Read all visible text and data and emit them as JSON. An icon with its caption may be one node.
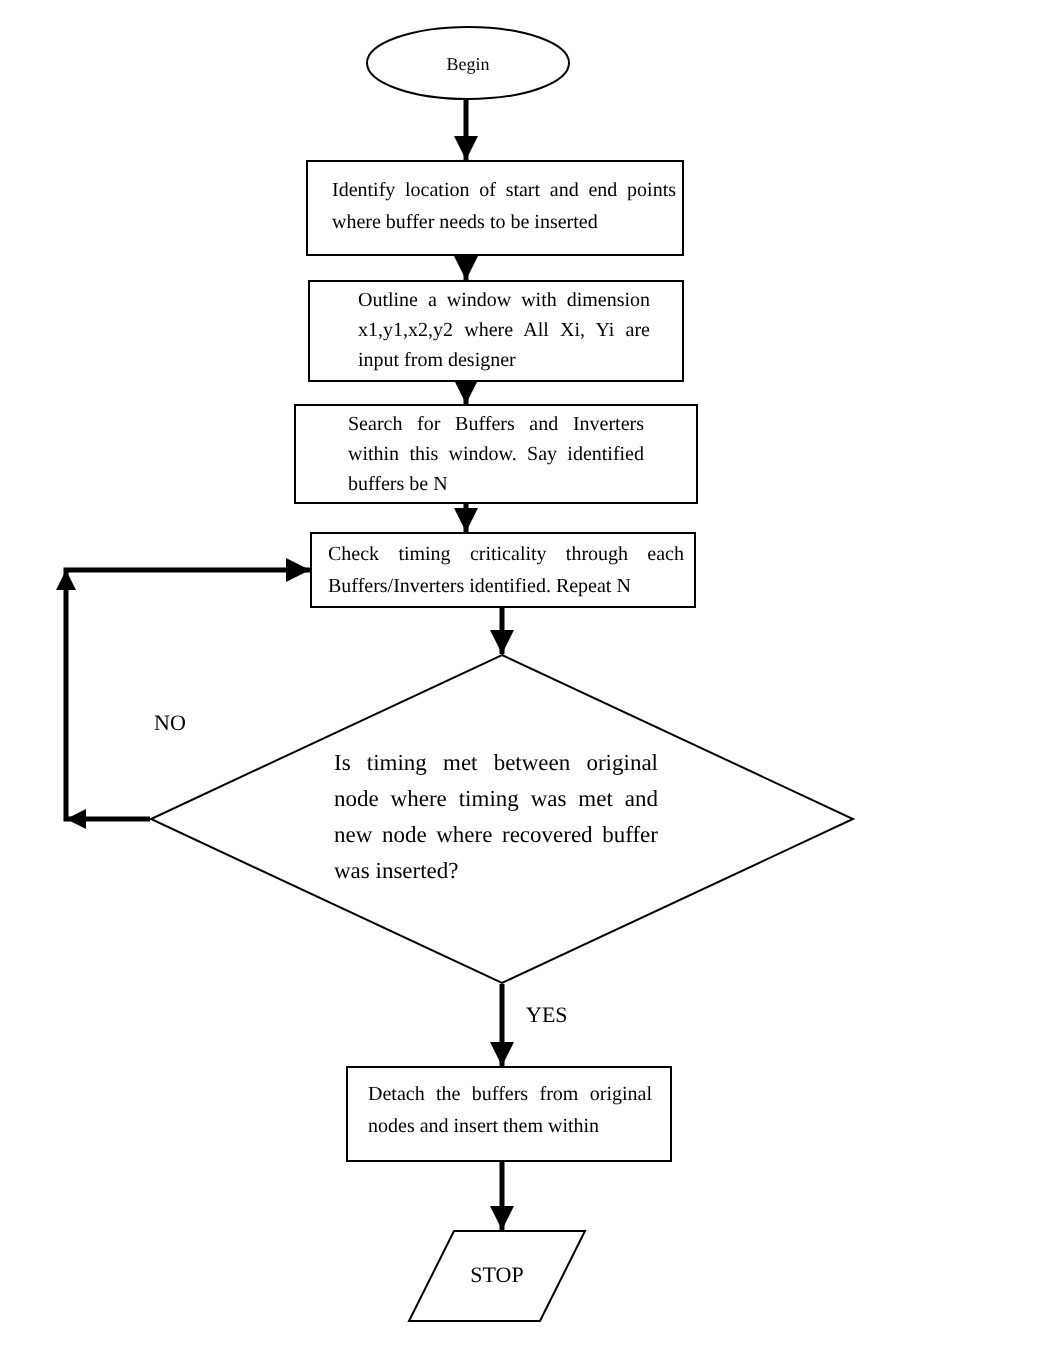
{
  "diagram": {
    "nodes": [
      {
        "text": [
          "Begin"
        ]
      },
      {
        "text": [
          "Identify location of start and end points where buffer needs to be inserted"
        ]
      },
      {
        "text": [
          "Outline a window with dimension x1,y1,x2,y2 where All Xi, Yi are input from designer"
        ]
      },
      {
        "text": [
          "Search for Buffers and Inverters within this window. Say identified buffers be N"
        ]
      },
      {
        "text": [
          "Check timing criticality through each Buffers/Inverters identified. Repeat N"
        ]
      },
      {
        "text": [
          "Is timing met between original node where timing was met and new node where recovered buffer was inserted?"
        ]
      },
      {
        "text": [
          "Detach the buffers from original nodes and insert them within"
        ]
      },
      {
        "text": [
          "STOP"
        ]
      }
    ],
    "edges": [
      {
        "from": 0,
        "to": 1,
        "arrow": "to"
      },
      {
        "from": 1,
        "to": 2,
        "arrow": "to"
      },
      {
        "from": 2,
        "to": 3,
        "arrow": "to"
      },
      {
        "from": 3,
        "to": 4,
        "arrow": "to"
      },
      {
        "from": 4,
        "to": 5,
        "arrow": "to"
      },
      {
        "from": 5,
        "to": 4,
        "arrow": "to",
        "label": "NO"
      },
      {
        "from": 5,
        "to": 6,
        "arrow": "to",
        "label": "YES"
      },
      {
        "from": 6,
        "to": 7,
        "arrow": "to"
      }
    ]
  }
}
